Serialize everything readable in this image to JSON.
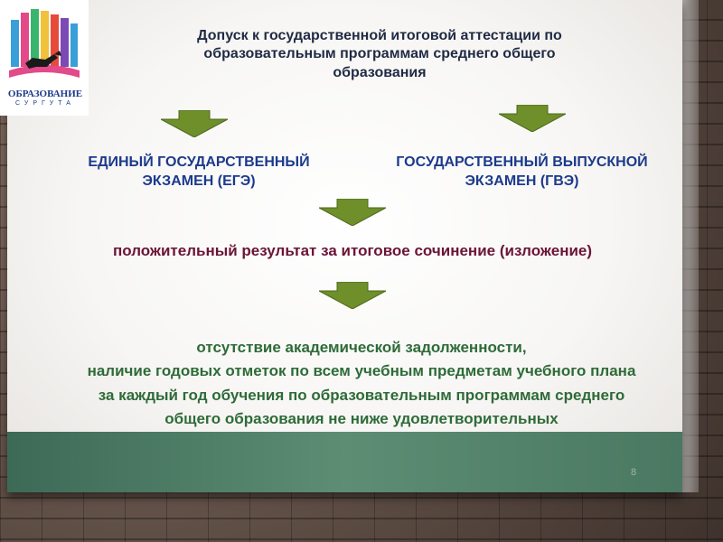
{
  "logo": {
    "title": "ОБРАЗОВАНИЕ",
    "subtitle": "СУРГУТА"
  },
  "heading": {
    "line1": "Допуск к государственной итоговой аттестации по",
    "line2": "образовательным программам среднего общего",
    "line3": "образования"
  },
  "exams": {
    "ege": {
      "line1": "ЕДИНЫЙ ГОСУДАРСТВЕННЫЙ",
      "line2": "ЭКЗАМЕН (ЕГЭ)"
    },
    "gve": {
      "line1": "ГОСУДАРСТВЕННЫЙ ВЫПУСКНОЙ",
      "line2": "ЭКЗАМЕН (ГВЭ)"
    }
  },
  "result": "положительный результат за итоговое сочинение (изложение)",
  "requirements": {
    "line1": "отсутствие академической задолженности,",
    "line2": "наличие годовых отметок по всем учебным предметам учебного плана",
    "line3": "за каждый год обучения по образовательным программам среднего",
    "line4": "общего образования не ниже удовлетворительных"
  },
  "slide_number": "8",
  "colors": {
    "arrow": "#6e8f2a",
    "heading": "#1f2a44",
    "exam": "#1c3a8c",
    "result": "#6b1436",
    "requirements": "#2e6b38",
    "band": "#4f7f66"
  },
  "icons": {
    "arrow": "down-arrow-icon",
    "logo": "books-fox-logo-icon"
  }
}
